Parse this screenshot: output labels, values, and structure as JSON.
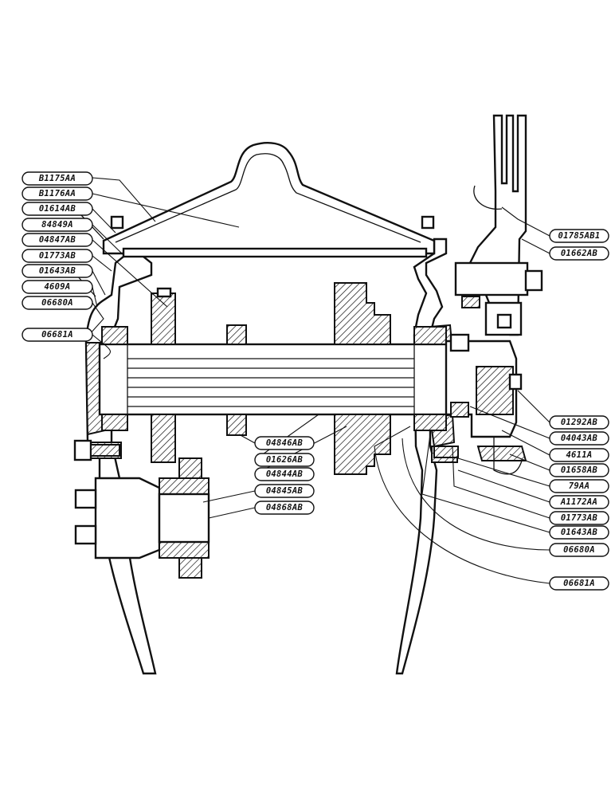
{
  "labels_left": [
    "B1175AA",
    "B1176AA",
    "01614AB",
    "84849A",
    "04847AB",
    "01773AB",
    "01643AB",
    "4609A",
    "06680A",
    "06681A"
  ],
  "labels_right": [
    "01785AB1",
    "01662AB",
    "01292AB",
    "04043AB",
    "4611A",
    "01658AB",
    "79AA",
    "A1172AA",
    "01773AB",
    "01643AB",
    "06680A",
    "06681A"
  ],
  "labels_center": [
    "04846AB",
    "01626AB",
    "04844AB",
    "04845AB",
    "04868AB"
  ]
}
